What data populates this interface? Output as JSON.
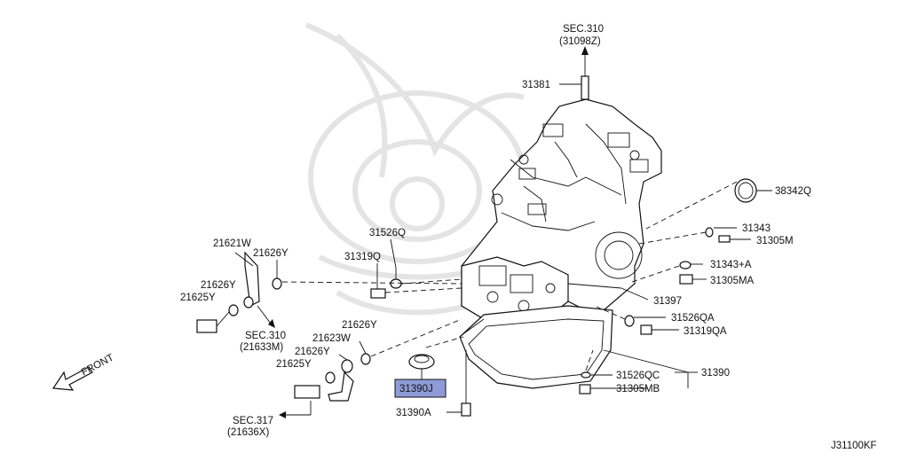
{
  "diagram": {
    "code": "J31100KF",
    "front_label": "FRONT",
    "highlight_color": "#8e9bd6",
    "parts": {
      "p31381": "31381",
      "p38342q": "38342Q",
      "p31343": "31343",
      "p31305m": "31305M",
      "p31343a": "31343+A",
      "p31305ma": "31305MA",
      "p31397": "31397",
      "p31526qa": "31526QA",
      "p31319qa": "31319QA",
      "p31526qc": "31526QC",
      "p31390": "31390",
      "p31305mb": "31305MB",
      "p31390a": "31390A",
      "p31390j": "31390J",
      "p31526q": "31526Q",
      "p31319q": "31319Q",
      "p21621w": "21621W",
      "p21626y_a": "21626Y",
      "p21626y_b": "21626Y",
      "p21625y_a": "21625Y",
      "p21626y_c": "21626Y",
      "p21623w": "21623W",
      "p21626y_d": "21626Y",
      "p21625y_b": "21625Y"
    },
    "sections": {
      "sec310_top": "SEC.310",
      "sec310_top_ref": "(31098Z)",
      "sec310_left": "SEC.310",
      "sec310_left_ref": "(21633M)",
      "sec317": "SEC.317",
      "sec317_ref": "(21636X)"
    }
  }
}
